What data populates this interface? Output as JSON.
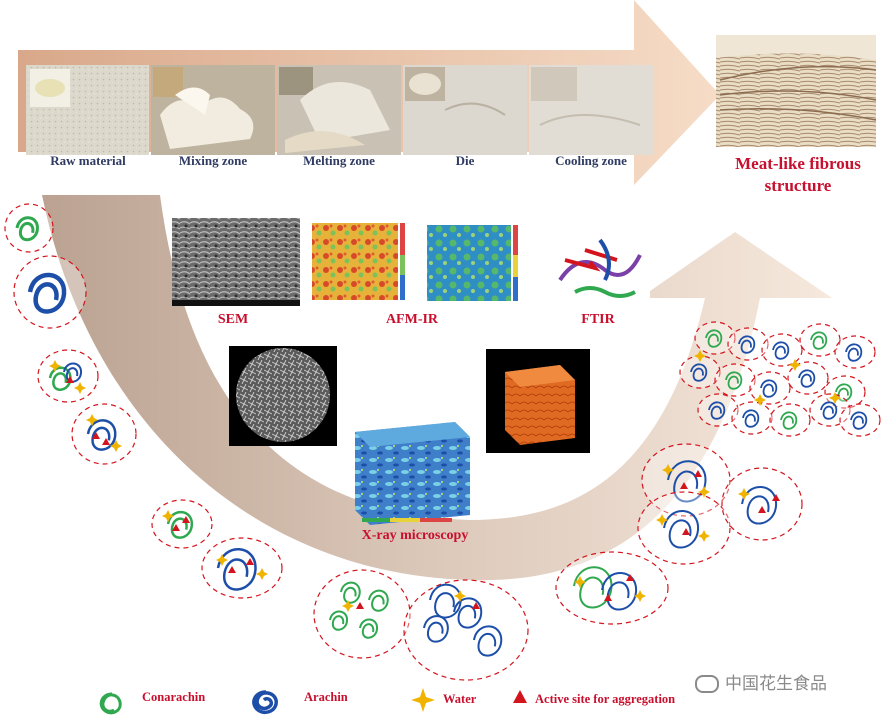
{
  "process": {
    "stages": [
      {
        "label": "Raw material"
      },
      {
        "label": "Mixing  zone"
      },
      {
        "label": "Melting  zone"
      },
      {
        "label": "Die"
      },
      {
        "label": "Cooling  zone"
      }
    ],
    "result_label": "Meat-like fibrous structure"
  },
  "techniques": {
    "sem": "SEM",
    "afm_ir": "AFM-IR",
    "ftir": "FTIR",
    "xray": "X-ray microscopy"
  },
  "legend": {
    "conarachin": "Conarachin",
    "arachin": "Arachin",
    "water": "Water",
    "active_site": "Active site for aggregation"
  },
  "watermark": "中国花生食品",
  "colors": {
    "arrow_fill": "#f3cfb4",
    "curve_fill": "#c9b3a4",
    "conarachin": "#2fa84f",
    "arachin": "#1e4fa8",
    "water": "#f0b400",
    "active_site": "#d4141c",
    "label_red": "#c8102e",
    "stage_label": "#2f3b63"
  }
}
